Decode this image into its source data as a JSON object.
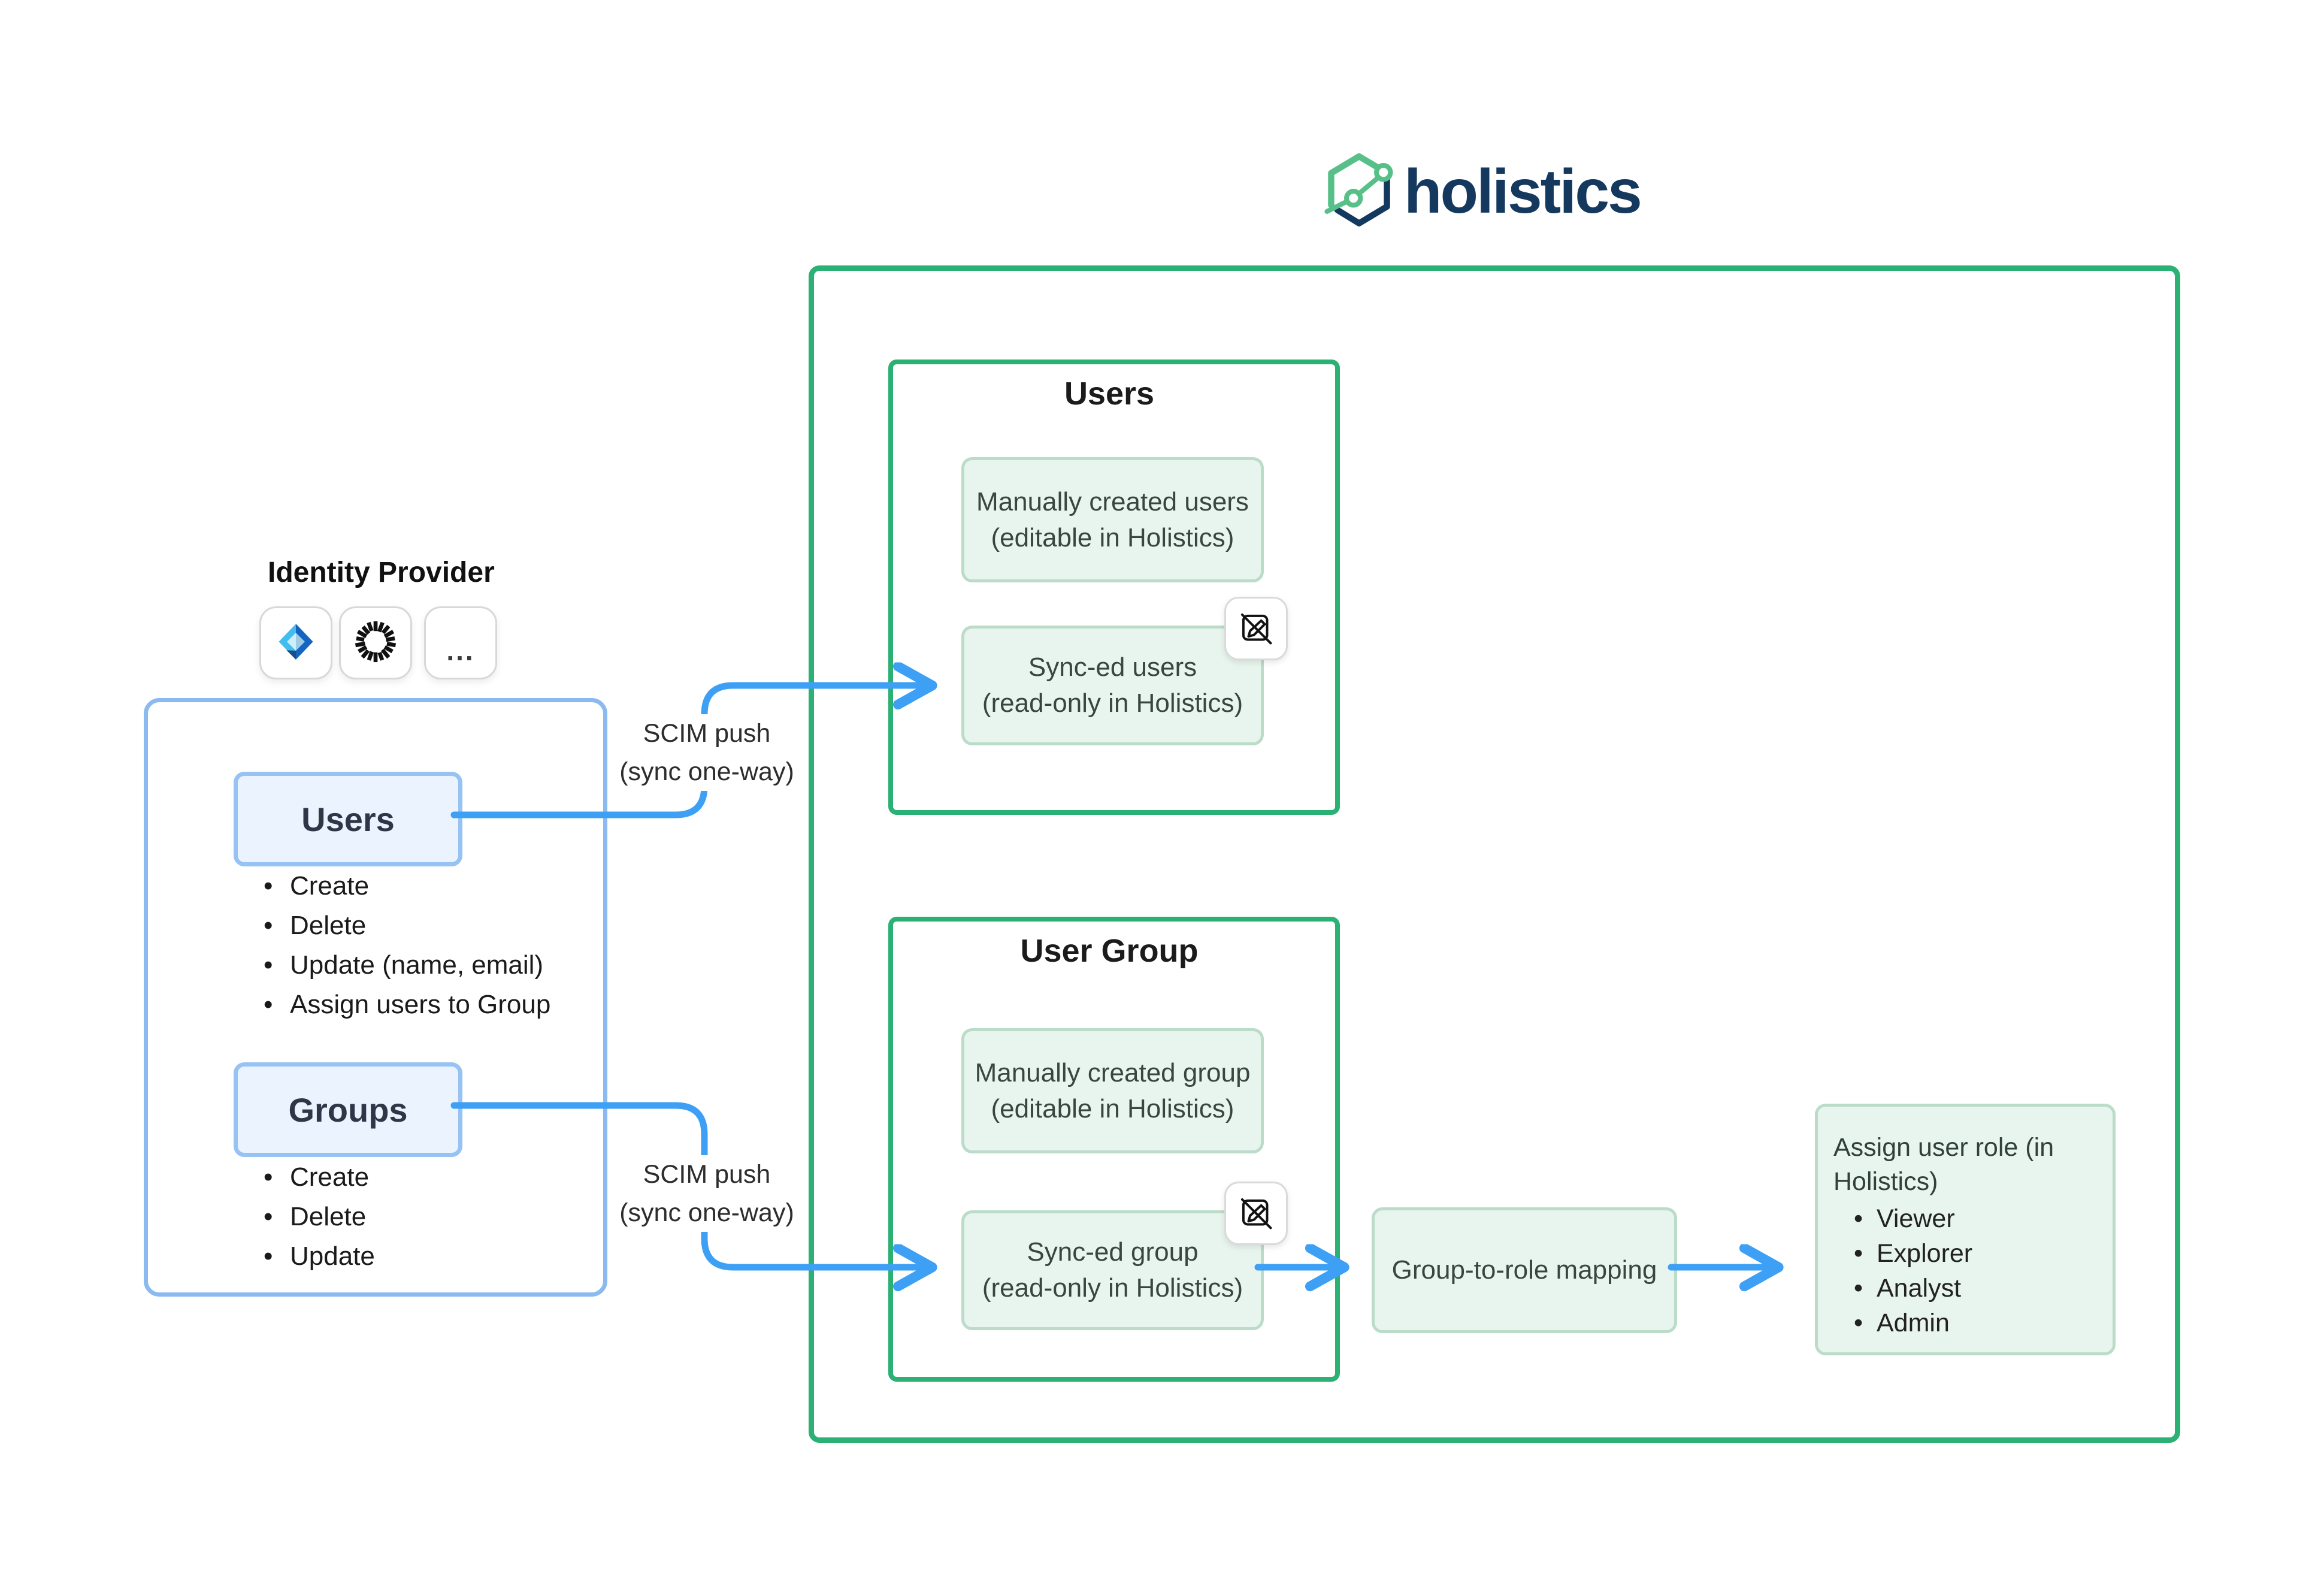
{
  "colors": {
    "green_border": "#2cb175",
    "light_green_fill": "#e8f5ee",
    "light_green_border": "#badcc8",
    "blue_arrow": "#3da0f5",
    "blue_box_border": "#8abaf0",
    "blue_button_border": "#96c2f4",
    "blue_button_fill": "#eaf3fe",
    "logo_navy": "#15395e",
    "logo_green": "#57c088"
  },
  "logo": {
    "text": "holistics"
  },
  "identity_provider": {
    "label": "Identity Provider",
    "more_tile_label": "...",
    "users": {
      "label": "Users",
      "items": [
        "Create",
        "Delete",
        "Update (name, email)",
        "Assign users to Group"
      ]
    },
    "groups": {
      "label": "Groups",
      "items": [
        "Create",
        "Delete",
        "Update"
      ]
    }
  },
  "sync": {
    "users_label": {
      "line1": "SCIM push",
      "line2": "(sync one-way)"
    },
    "groups_label": {
      "line1": "SCIM push",
      "line2": "(sync one-way)"
    }
  },
  "holistics_panel": {
    "users_box": {
      "title": "Users",
      "manual": {
        "line1": "Manually created users",
        "line2": "(editable in Holistics)"
      },
      "synced": {
        "line1": "Sync-ed users",
        "line2": "(read-only in Holistics)"
      }
    },
    "user_group_box": {
      "title": "User Group",
      "manual": {
        "line1": "Manually created group",
        "line2": "(editable in Holistics)"
      },
      "synced": {
        "line1": "Sync-ed group",
        "line2": "(read-only in Holistics)"
      }
    },
    "mapping_box": {
      "label": "Group-to-role mapping"
    },
    "assign_box": {
      "line1": "Assign user role (in",
      "line2": "Holistics)",
      "roles": [
        "Viewer",
        "Explorer",
        "Analyst",
        "Admin"
      ]
    }
  }
}
